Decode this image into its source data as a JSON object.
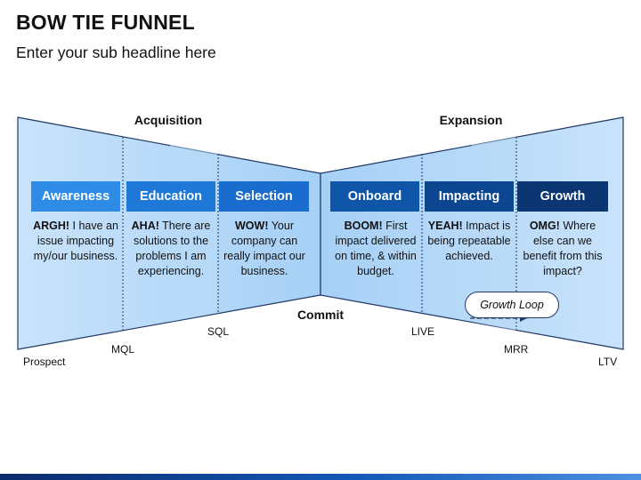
{
  "title": "BOW TIE FUNNEL",
  "subtitle": "Enter your sub headline here",
  "sections": {
    "acquisition": "Acquisition",
    "expansion": "Expansion",
    "commit": "Commit"
  },
  "stages": [
    {
      "label": "Awareness",
      "color": "#2e8be6",
      "exclaim": "ARGH!",
      "text": " I have an issue impacting my/our business."
    },
    {
      "label": "Education",
      "color": "#1e78d8",
      "exclaim": "AHA!",
      "text": " There are solutions to the problems I am experiencing."
    },
    {
      "label": "Selection",
      "color": "#1a6ccf",
      "exclaim": "WOW!",
      "text": " Your company can really impact our business."
    },
    {
      "label": "Onboard",
      "color": "#0f56a8",
      "exclaim": "BOOM!",
      "text": " First impact delivered on time, & within budget."
    },
    {
      "label": "Impacting",
      "color": "#0c4590",
      "exclaim": "YEAH!",
      "text": " Impact is being repeatable achieved."
    },
    {
      "label": "Growth",
      "color": "#0b3573",
      "exclaim": "OMG!",
      "text": " Where else can we benefit from this impact?"
    }
  ],
  "markers": {
    "prospect": "Prospect",
    "mql": "MQL",
    "sql": "SQL",
    "live": "LIVE",
    "mrr": "MRR",
    "ltv": "LTV"
  },
  "growth_loop": "Growth Loop",
  "colors": {
    "funnel_fill": "#cfe6fb",
    "funnel_fill_dark": "#a9d3f7",
    "funnel_stroke": "#1f3864"
  }
}
